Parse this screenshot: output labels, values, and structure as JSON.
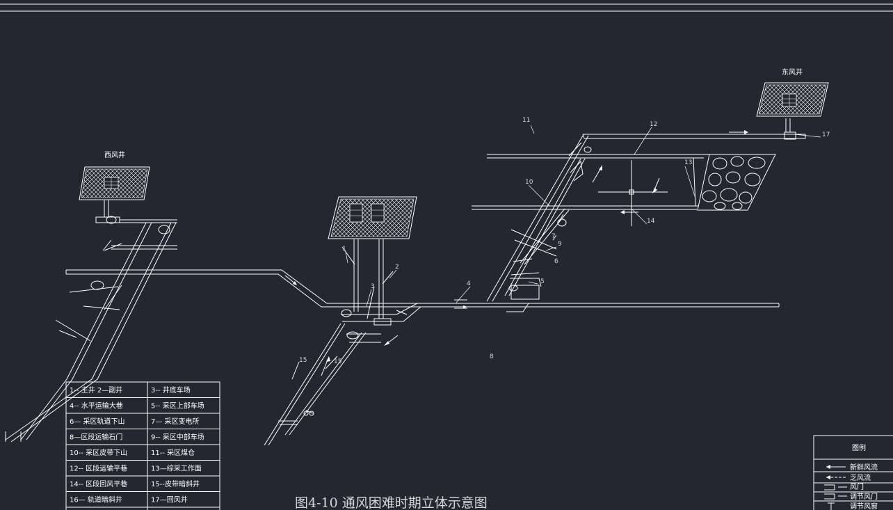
{
  "diagram": {
    "caption": "图4-10 通风困难时期立体示意图",
    "labels": {
      "west_shaft": "西风井",
      "east_shaft": "东风井"
    },
    "numbers": {
      "n1": "1",
      "n2": "2",
      "n3": "3",
      "n4": "4",
      "n5": "5",
      "n6": "6",
      "n7": "7",
      "n8": "8",
      "n9": "9",
      "n10": "10",
      "n11": "11",
      "n12": "12",
      "n13": "13",
      "n14": "14",
      "n15": "15",
      "n15b": "15",
      "n17": "17"
    },
    "key_table": [
      [
        "1-- 主井   2—副井",
        "3-- 井底车场"
      ],
      [
        "4-- 水平运输大巷",
        "5-- 采区上部车场"
      ],
      [
        "6— 采区轨道下山",
        "7— 采区变电所"
      ],
      [
        "8—区段运输石门",
        "9-- 采区中部车场"
      ],
      [
        "10-- 采区皮带下山",
        "11-- 采区煤仓"
      ],
      [
        "12-- 区段运输平巷",
        "13—综采工作面"
      ],
      [
        "14-- 区段回风平巷",
        "15--皮带暗斜井"
      ],
      [
        "16— 轨道暗斜井",
        "17—回风井"
      ]
    ],
    "legend": {
      "title": "图例",
      "items": [
        "新鲜风流",
        "乏风流",
        "风门",
        "调节风门",
        "调节风窗"
      ]
    },
    "colors": {
      "background": "#212830",
      "line": "#ffffff"
    }
  }
}
